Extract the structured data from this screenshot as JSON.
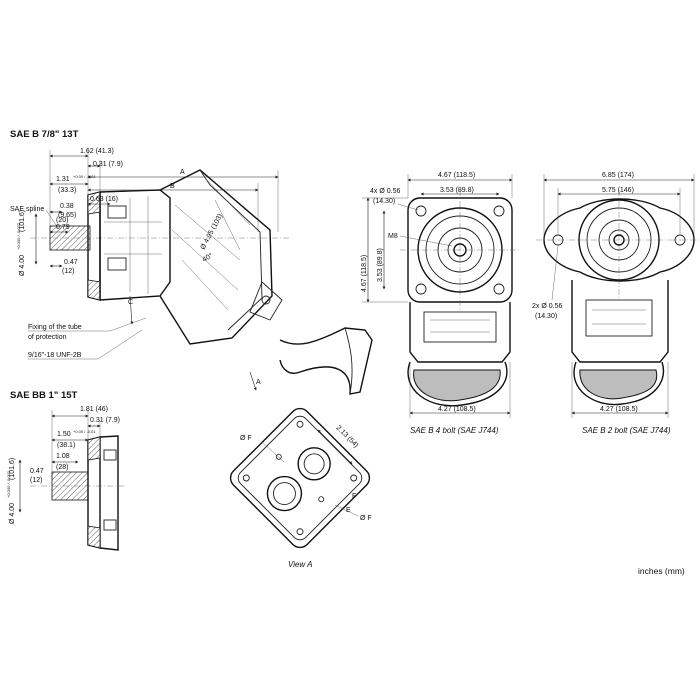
{
  "headings": {
    "sae_b": "SAE B 7/8\" 13T",
    "sae_bb": "SAE BB 1\" 15T"
  },
  "dims": {
    "d_1_62": "1.62 (41.3)",
    "d_0_31_a": "0.31 (7.9)",
    "d_1_31": "1.31",
    "d_1_31_sub": "+0.00 / -0.01",
    "d_33_3": "(33.3)",
    "d_0_63": "0.63 (16)",
    "d_A": "A",
    "d_B": "B",
    "d_C": "C",
    "d_0_38": "0.38",
    "d_9_65": "(9.65)",
    "sae_spline": "SAE spline",
    "d_0_79": "0.79",
    "d_20": "(20)",
    "d_4_00_a": "Ø 4.00",
    "d_4_00_tol": "+0.000 / -0.002",
    "d_101_6_a": "(101.6)",
    "d_0_47_a": "0.47",
    "d_12_a": "(12)",
    "d_4_95": "Ø 4.95 (103)",
    "d_40": "40°",
    "fixing_1": "Fixing of the tube",
    "fixing_2": "of protection",
    "unf": "9/16\"-18 UNF-2B",
    "view_a_arrow": "A",
    "d_1_81": "1.81 (46)",
    "d_0_31_b": "0.31 (7.9)",
    "d_1_50": "1.50",
    "d_1_50_sub": "+0.00 / -0.01",
    "d_38_1": "(38.1)",
    "d_1_08": "1.08",
    "d_28": "(28)",
    "d_0_47_b": "0.47",
    "d_12_b": "(12)",
    "d_4_00_b": "Ø 4.00",
    "d_4_00_tol_b": "+0.000 / -0.002",
    "d_101_6_b": "(101.6)",
    "phi_f_1": "Ø F",
    "phi_f_2": "Ø F",
    "d_2_13": "2.13 (54)",
    "label_e": "E",
    "label_f": "F",
    "d_4_67_w": "4.67 (118.5)",
    "d_3_53_w": "3.53 (89.8)",
    "d_4x": "4x Ø 0.56",
    "d_14_30_a": "(14.30)",
    "label_m8": "M8",
    "d_4_67_h": "4.67 (118.5)",
    "d_3_53_h": "3.53 (89.8)",
    "d_4_27_a": "4.27 (108.5)",
    "d_6_85": "6.85 (174)",
    "d_5_75": "5.75 (146)",
    "d_2x": "2x Ø 0.56",
    "d_14_30_b": "(14.30)",
    "d_4_27_b": "4.27 (108.5)"
  },
  "captions": {
    "view_a": "View A",
    "four_bolt": "SAE B 4 bolt (SAE J744)",
    "two_bolt": "SAE B 2 bolt (SAE J744)"
  },
  "units": "inches (mm)"
}
